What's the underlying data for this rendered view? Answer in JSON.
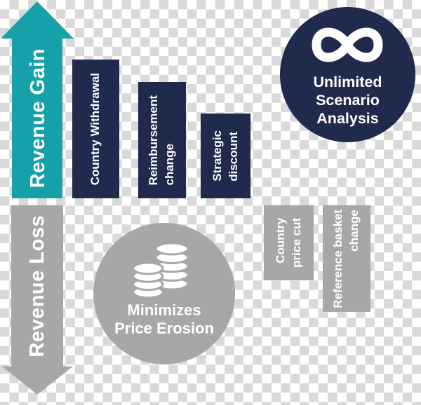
{
  "title": "Revenue scenario infographic",
  "colors": {
    "teal": "#16a1aa",
    "navy": "#1f2a4c",
    "gray": "#a7a7a7",
    "checker_light": "#ffffff",
    "checker_dark": "#d9d9d9",
    "text": "#ffffff"
  },
  "axes": {
    "gain_label": "Revenue Gain",
    "loss_label": "Revenue Loss"
  },
  "gain_bars": [
    {
      "label": "Country Withdrawal"
    },
    {
      "label": "Reimbursement\nchange"
    },
    {
      "label": "Strategic\ndiscount"
    }
  ],
  "loss_bars": [
    {
      "label": "Country\nprice cut"
    },
    {
      "label": "Reference basket\nchange"
    }
  ],
  "badges": {
    "scenario": {
      "icon": "infinity-icon",
      "label": "Unlimited\nScenario\nAnalysis"
    },
    "erosion": {
      "icon": "coins-icon",
      "label": "Minimizes\nPrice Erosion"
    }
  }
}
